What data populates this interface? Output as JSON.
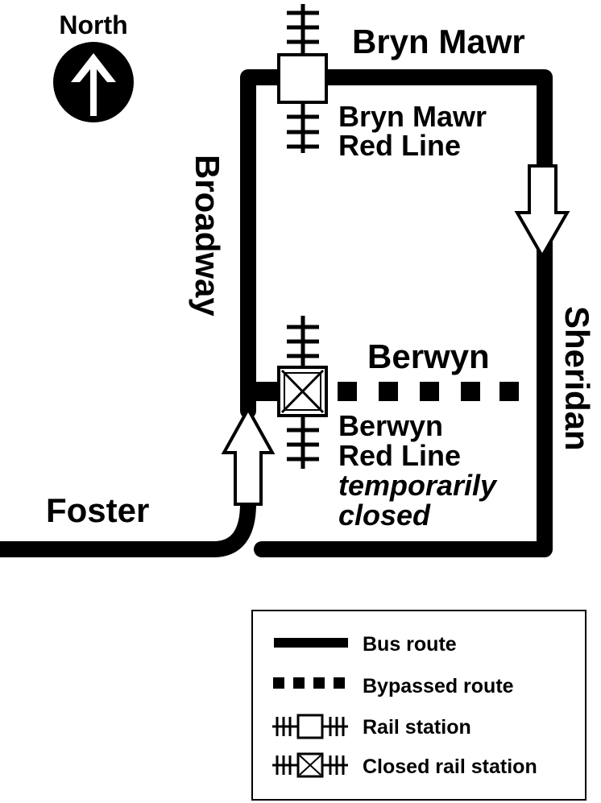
{
  "compass": {
    "label": "North"
  },
  "streets": {
    "bryn_mawr": "Bryn Mawr",
    "broadway": "Broadway",
    "sheridan": "Sheridan",
    "foster": "Foster",
    "berwyn": "Berwyn"
  },
  "stations": {
    "bryn_mawr": {
      "line1": "Bryn Mawr",
      "line2": "Red Line",
      "status": "open"
    },
    "berwyn": {
      "line1": "Berwyn",
      "line2": "Red Line",
      "line3": "temporarily",
      "line4": "closed",
      "status": "closed"
    }
  },
  "legend": {
    "bus_route": "Bus route",
    "bypassed_route": "Bypassed route",
    "rail_station": "Rail station",
    "closed_rail_station": "Closed rail station"
  },
  "colors": {
    "ink": "#000000",
    "paper": "#ffffff"
  }
}
